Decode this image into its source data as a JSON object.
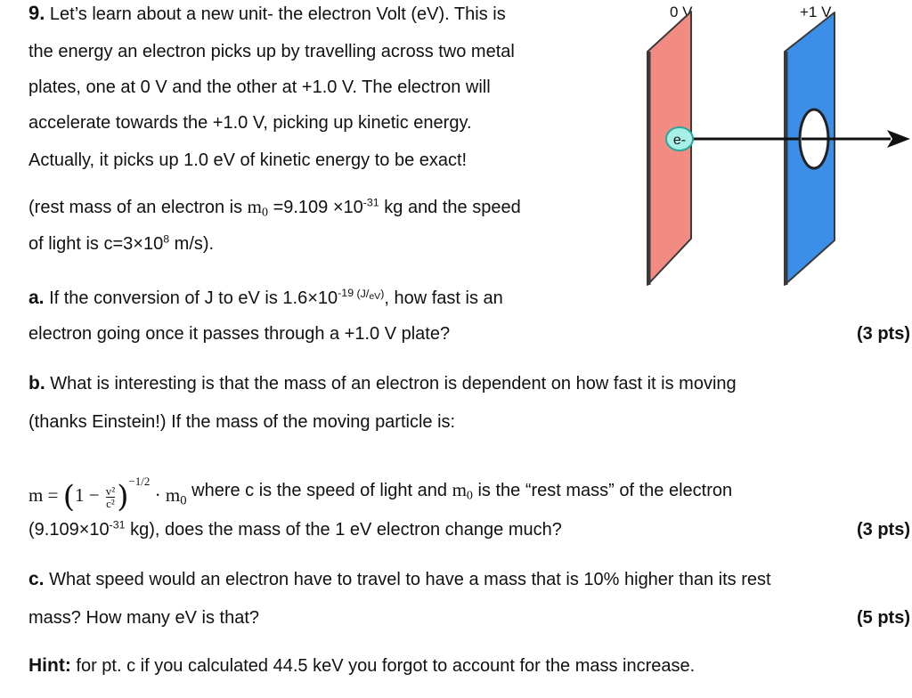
{
  "q9": {
    "number": "9.",
    "intro_line1": "Let’s learn about a new unit- the electron Volt (eV). This is",
    "intro_line2": "the energy an electron picks up by travelling across two metal",
    "intro_line3": "plates, one at 0 V and the other at +1.0 V. The electron will",
    "intro_line4": "accelerate towards the +1.0 V, picking up kinetic energy.",
    "intro_line5": "Actually, it picks up 1.0 eV of kinetic energy to be exact!",
    "rest_pre": "(rest mass of an electron is ",
    "m_symbol": "m",
    "zero_sub": "0",
    "rest_value": "=9.109 ×10",
    "rest_exp": "-31",
    "rest_post": " kg and the speed",
    "light_pre": "of light is c=3×10",
    "light_exp": "8",
    "light_post": " m/s)."
  },
  "part_a": {
    "label": "a.",
    "text_pre": "If the conversion of J to eV is 1.6×10",
    "text_exp": "-19",
    "unit_open": " (",
    "unit_j": "J",
    "unit_slash": "/",
    "unit_ev": "eV",
    "unit_close": ")",
    "text_post": ", how fast is an",
    "line2": "electron going once it passes through a +1.0 V plate?",
    "points": "(3 pts)"
  },
  "part_b": {
    "label": "b.",
    "line1": "What is interesting is that the mass of an electron is dependent on how fast it is moving",
    "line2": "(thanks Einstein!) If the mass of the moving particle is:",
    "formula_lhs": "m =",
    "formula_one_minus": "1 −",
    "formula_num": "v²",
    "formula_den": "c²",
    "formula_exp": "−1/2",
    "formula_dot": "· m",
    "formula_sub": "0",
    "line3_text": " where c is the speed of light and ",
    "line3_m": "m",
    "line3_sub": "0",
    "line3_post": " is the “rest mass” of the electron",
    "line4_pre": "(9.109×10",
    "line4_exp": "-31",
    "line4_post": " kg), does the mass of the 1 eV electron change much?",
    "points": "(3 pts)"
  },
  "part_c": {
    "label": "c.",
    "line1": "What speed would an electron have to travel to have a mass that is 10% higher than its rest",
    "line2": "mass? How many eV is that?",
    "points": "(5 pts)"
  },
  "hint": {
    "label": "Hint:",
    "text": " for pt. c if you calculated 44.5 keV you forgot to account for the mass increase."
  },
  "diagram": {
    "left_plate_label": "0 V",
    "right_plate_label": "+1 V",
    "electron_label": "e-",
    "left_plate_color": "#f28b82",
    "right_plate_color": "#3b8fe8",
    "electron_color": "#a8efe6"
  }
}
